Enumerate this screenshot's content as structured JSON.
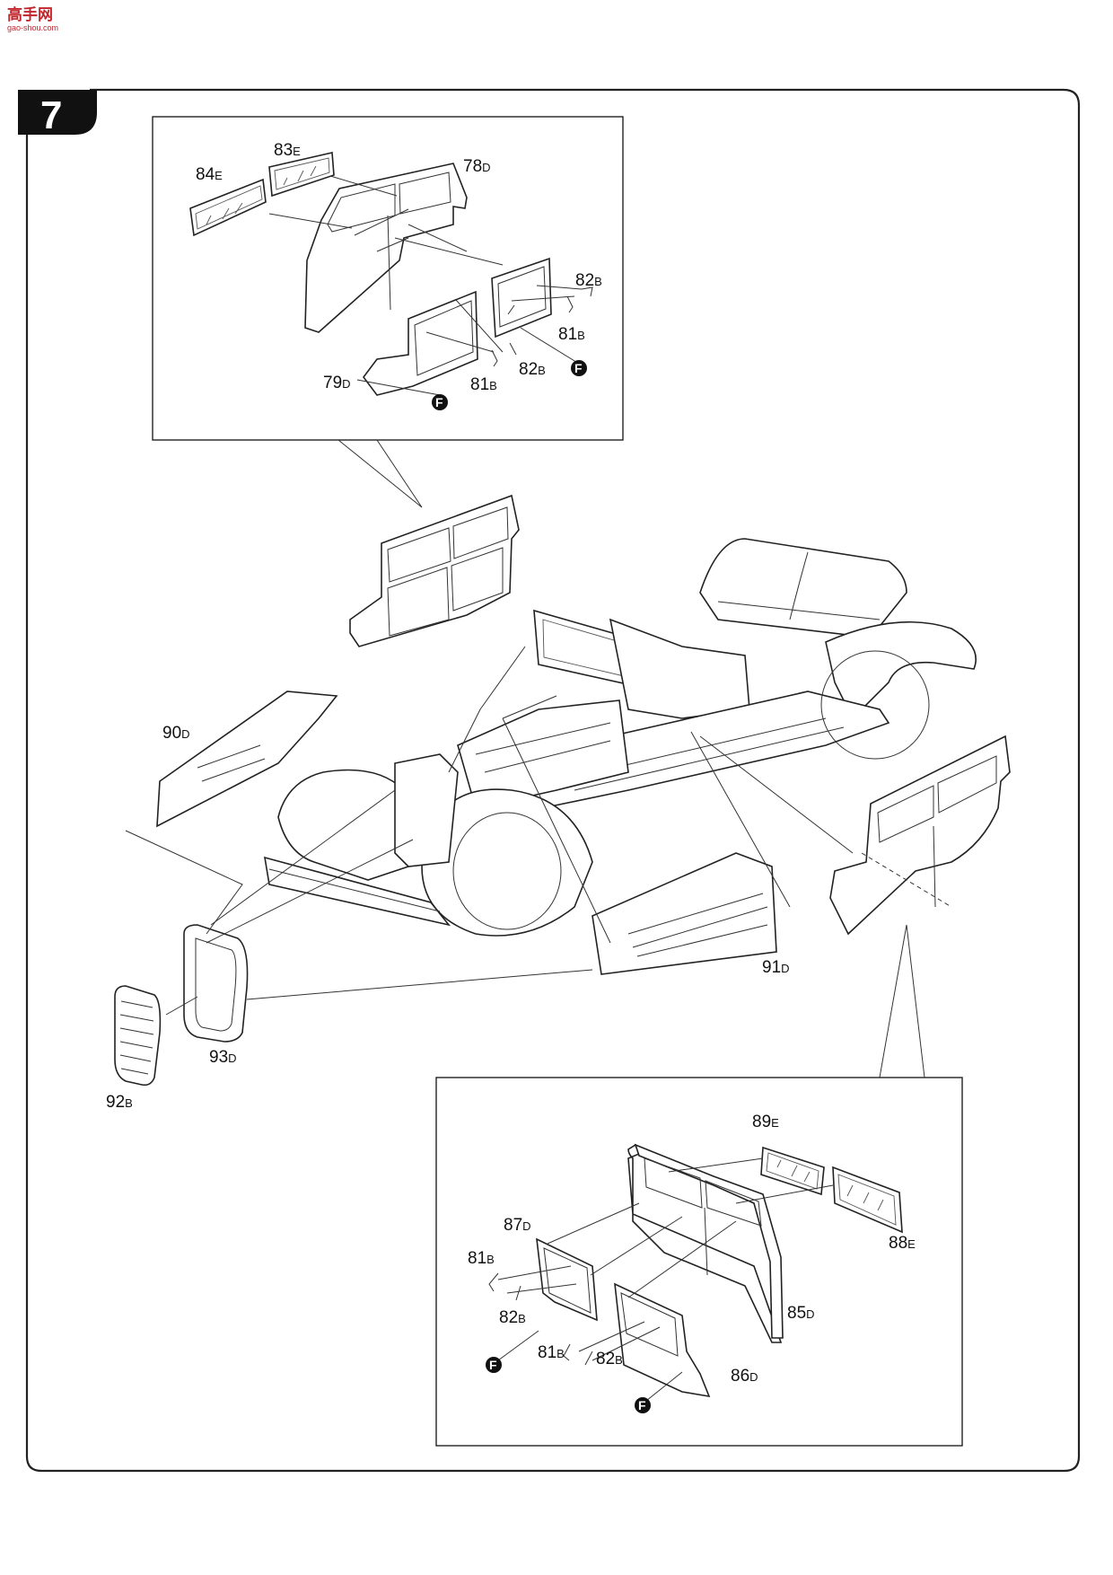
{
  "watermark": {
    "site": "高手网",
    "url": "gao-shou.com"
  },
  "step": {
    "number": "7"
  },
  "parts": {
    "p84": {
      "num": "84",
      "sprue": "E"
    },
    "p83": {
      "num": "83",
      "sprue": "E"
    },
    "p78": {
      "num": "78",
      "sprue": "D"
    },
    "p82a": {
      "num": "82",
      "sprue": "B"
    },
    "p81a": {
      "num": "81",
      "sprue": "B"
    },
    "p82b": {
      "num": "82",
      "sprue": "B"
    },
    "p81b": {
      "num": "81",
      "sprue": "B"
    },
    "p79": {
      "num": "79",
      "sprue": "D"
    },
    "p90": {
      "num": "90",
      "sprue": "D"
    },
    "p91": {
      "num": "91",
      "sprue": "D"
    },
    "p93": {
      "num": "93",
      "sprue": "D"
    },
    "p92": {
      "num": "92",
      "sprue": "B"
    },
    "p89": {
      "num": "89",
      "sprue": "E"
    },
    "p88": {
      "num": "88",
      "sprue": "E"
    },
    "p87": {
      "num": "87",
      "sprue": "D"
    },
    "p81c": {
      "num": "81",
      "sprue": "B"
    },
    "p82c": {
      "num": "82",
      "sprue": "B"
    },
    "p81d": {
      "num": "81",
      "sprue": "B"
    },
    "p82d": {
      "num": "82",
      "sprue": "B"
    },
    "p85": {
      "num": "85",
      "sprue": "D"
    },
    "p86": {
      "num": "86",
      "sprue": "D"
    }
  },
  "marker": {
    "letter": "F"
  }
}
